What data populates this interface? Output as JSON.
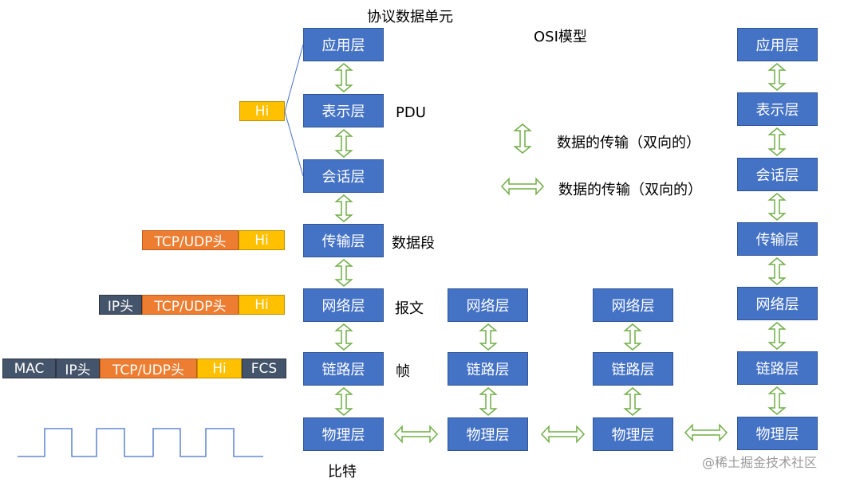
{
  "title": "协议数据单元",
  "osi_title": "OSI模型",
  "main_stack": [
    "应用层",
    "表示层",
    "会话层",
    "传输层",
    "网络层",
    "链路层",
    "物理层"
  ],
  "side_labels": {
    "pdu": "PDU",
    "segment": "数据段",
    "packet": "报文",
    "frame": "帧",
    "bit": "比特"
  },
  "legend": {
    "vertical": "数据的传输（双向的）",
    "horizontal": "数据的传输（双向的）"
  },
  "routers": [
    {
      "network": "网络层",
      "link": "链路层",
      "physical": "物理层"
    },
    {
      "network": "网络层",
      "link": "链路层",
      "physical": "物理层"
    }
  ],
  "right_stack": [
    "应用层",
    "表示层",
    "会话层",
    "传输层",
    "网络层",
    "链路层",
    "物理层"
  ],
  "encapsulation": {
    "presentation": [
      "Hi"
    ],
    "transport": [
      "TCP/UDP头",
      "Hi"
    ],
    "network": [
      "IP头",
      "TCP/UDP头",
      "Hi"
    ],
    "link": [
      "MAC",
      "IP头",
      "TCP/UDP头",
      "Hi",
      "FCS"
    ]
  },
  "watermark": "@稀土掘金技术社区",
  "colors": {
    "layer_fill": "#4472c4",
    "arrow": "#70ad47",
    "header_dark": "#44546a",
    "header_orange": "#ed7d31",
    "data_gold": "#ffc000",
    "signal": "#4472c4"
  }
}
